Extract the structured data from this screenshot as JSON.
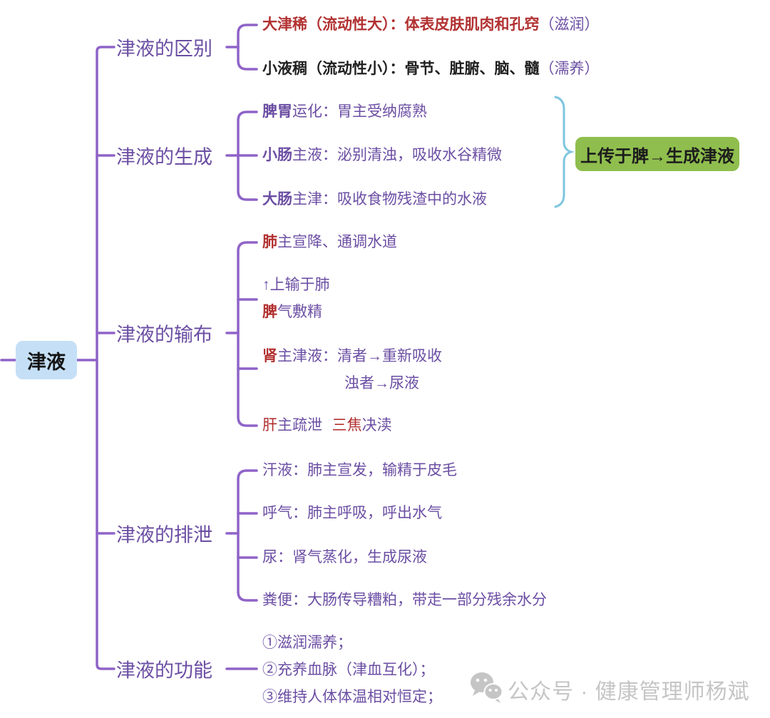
{
  "root": {
    "label": "津液"
  },
  "branches": [
    {
      "label": "津液的区别",
      "children": [
        {
          "lines": [
            {
              "segs": [
                {
                  "t": "大津稀（流动性大）：体表皮肤肌肉和孔窍"
                },
                {
                  "t": "（滋润）"
                }
              ]
            }
          ]
        },
        {
          "lines": [
            {
              "segs": [
                {
                  "t": "小液稠（流动性小）：骨节、脏腑、脑、髓"
                },
                {
                  "t": "（濡养）"
                }
              ]
            }
          ]
        }
      ]
    },
    {
      "label": "津液的生成",
      "annotation": "上传于脾→生成津液",
      "children": [
        {
          "lines": [
            {
              "segs": [
                {
                  "t": "脾胃"
                },
                {
                  "t": "运化：胃主受纳腐熟"
                }
              ]
            }
          ]
        },
        {
          "lines": [
            {
              "segs": [
                {
                  "t": "小肠"
                },
                {
                  "t": "主液：泌别清浊，吸收水谷精微"
                }
              ]
            }
          ]
        },
        {
          "lines": [
            {
              "segs": [
                {
                  "t": "大肠"
                },
                {
                  "t": "主津：吸收食物残渣中的水液"
                }
              ]
            }
          ]
        }
      ]
    },
    {
      "label": "津液的输布",
      "children": [
        {
          "lines": [
            {
              "segs": [
                {
                  "t": "肺"
                },
                {
                  "t": "主宣降、通调水道"
                }
              ]
            }
          ]
        },
        {
          "lines": [
            {
              "segs": [
                {
                  "t": "↑上输于肺"
                }
              ]
            },
            {
              "segs": [
                {
                  "t": "脾"
                },
                {
                  "t": "气敷精"
                }
              ]
            }
          ]
        },
        {
          "lines": [
            {
              "segs": [
                {
                  "t": "肾"
                },
                {
                  "t": "主津液：清者→重新吸收"
                }
              ]
            },
            {
              "segs": [
                {
                  "t": "浊者→尿液"
                }
              ]
            }
          ]
        },
        {
          "lines": [
            {
              "segs": [
                {
                  "t": "肝"
                },
                {
                  "t": "主疏泄"
                },
                {
                  "t": "三焦"
                },
                {
                  "t": "决渎"
                }
              ]
            }
          ]
        }
      ]
    },
    {
      "label": "津液的排泄",
      "children": [
        {
          "lines": [
            {
              "segs": [
                {
                  "t": "汗液：肺主宣发，输精于皮毛"
                }
              ]
            }
          ]
        },
        {
          "lines": [
            {
              "segs": [
                {
                  "t": "呼气：肺主呼吸，呼出水气"
                }
              ]
            }
          ]
        },
        {
          "lines": [
            {
              "segs": [
                {
                  "t": "尿：肾气蒸化，生成尿液"
                }
              ]
            }
          ]
        },
        {
          "lines": [
            {
              "segs": [
                {
                  "t": "粪便：大肠传导糟粕，带走一部分残余水分"
                }
              ]
            }
          ]
        }
      ]
    },
    {
      "label": "津液的功能",
      "children": [
        {
          "lines": [
            {
              "segs": [
                {
                  "t": "①滋润濡养；"
                }
              ]
            },
            {
              "segs": [
                {
                  "t": "②充养血脉（津血互化）；"
                }
              ]
            },
            {
              "segs": [
                {
                  "t": "③维持人体体温相对恒定；"
                }
              ]
            }
          ]
        }
      ]
    }
  ],
  "watermark": {
    "text": "公众号 · 健康管理师杨斌"
  },
  "colors": {
    "line": "#8F63C8",
    "purple_text": "#6B4EA3",
    "red_text": "#B23131",
    "black_text": "#1F1F1F",
    "root_bg": "#C5E0F6",
    "annotation_bg": "#8FBE4E",
    "brace": "#7FC6DF",
    "watermark": "#C5C5C5"
  }
}
